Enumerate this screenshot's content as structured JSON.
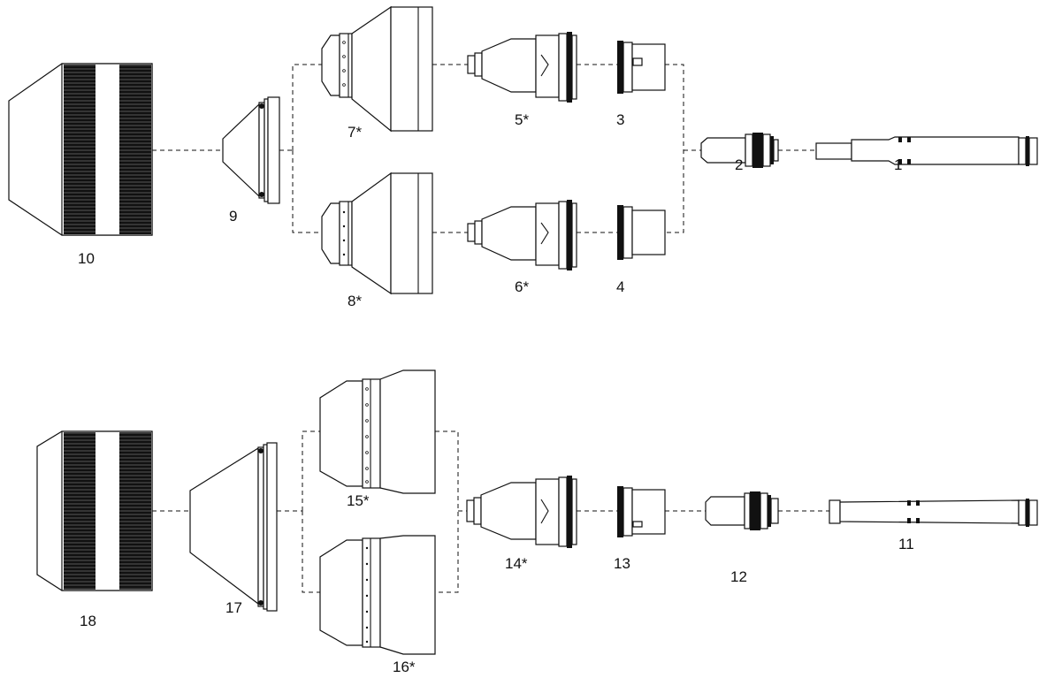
{
  "labels": {
    "p1": "1",
    "p2": "2",
    "p3": "3",
    "p4": "4",
    "p5": "5*",
    "p6": "6*",
    "p7": "7*",
    "p8": "8*",
    "p9": "9",
    "p10": "10",
    "p11": "11",
    "p12": "12",
    "p13": "13",
    "p14": "14*",
    "p15": "15*",
    "p16": "16*",
    "p17": "17",
    "p18": "18"
  },
  "colors": {
    "line": "#111111",
    "background": "#ffffff"
  }
}
